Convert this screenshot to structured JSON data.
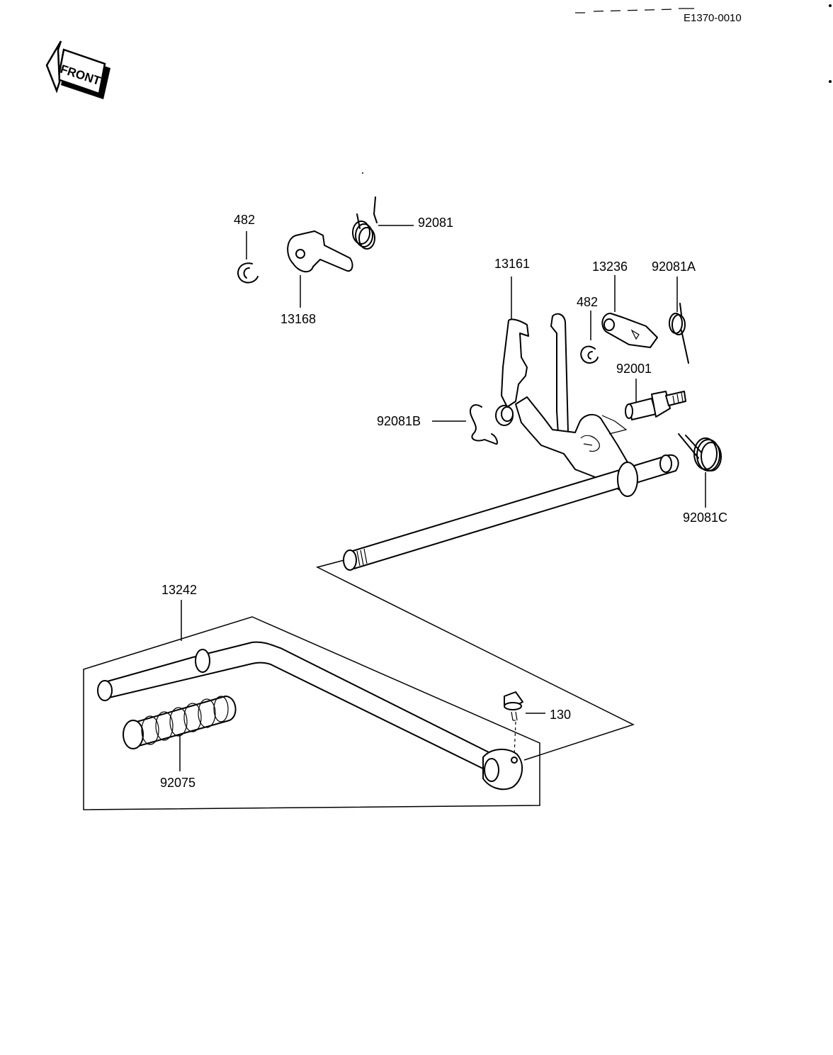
{
  "drawing_code": "E1370-0010",
  "front_indicator": "FRONT",
  "callouts": {
    "c482a": "482",
    "c13168": "13168",
    "c92081": "92081",
    "c13161": "13161",
    "c13236": "13236",
    "c92081a": "92081A",
    "c482b": "482",
    "c92001": "92001",
    "c92081b": "92081B",
    "c92081c": "92081C",
    "c13242": "13242",
    "c130": "130",
    "c92075": "92075"
  }
}
